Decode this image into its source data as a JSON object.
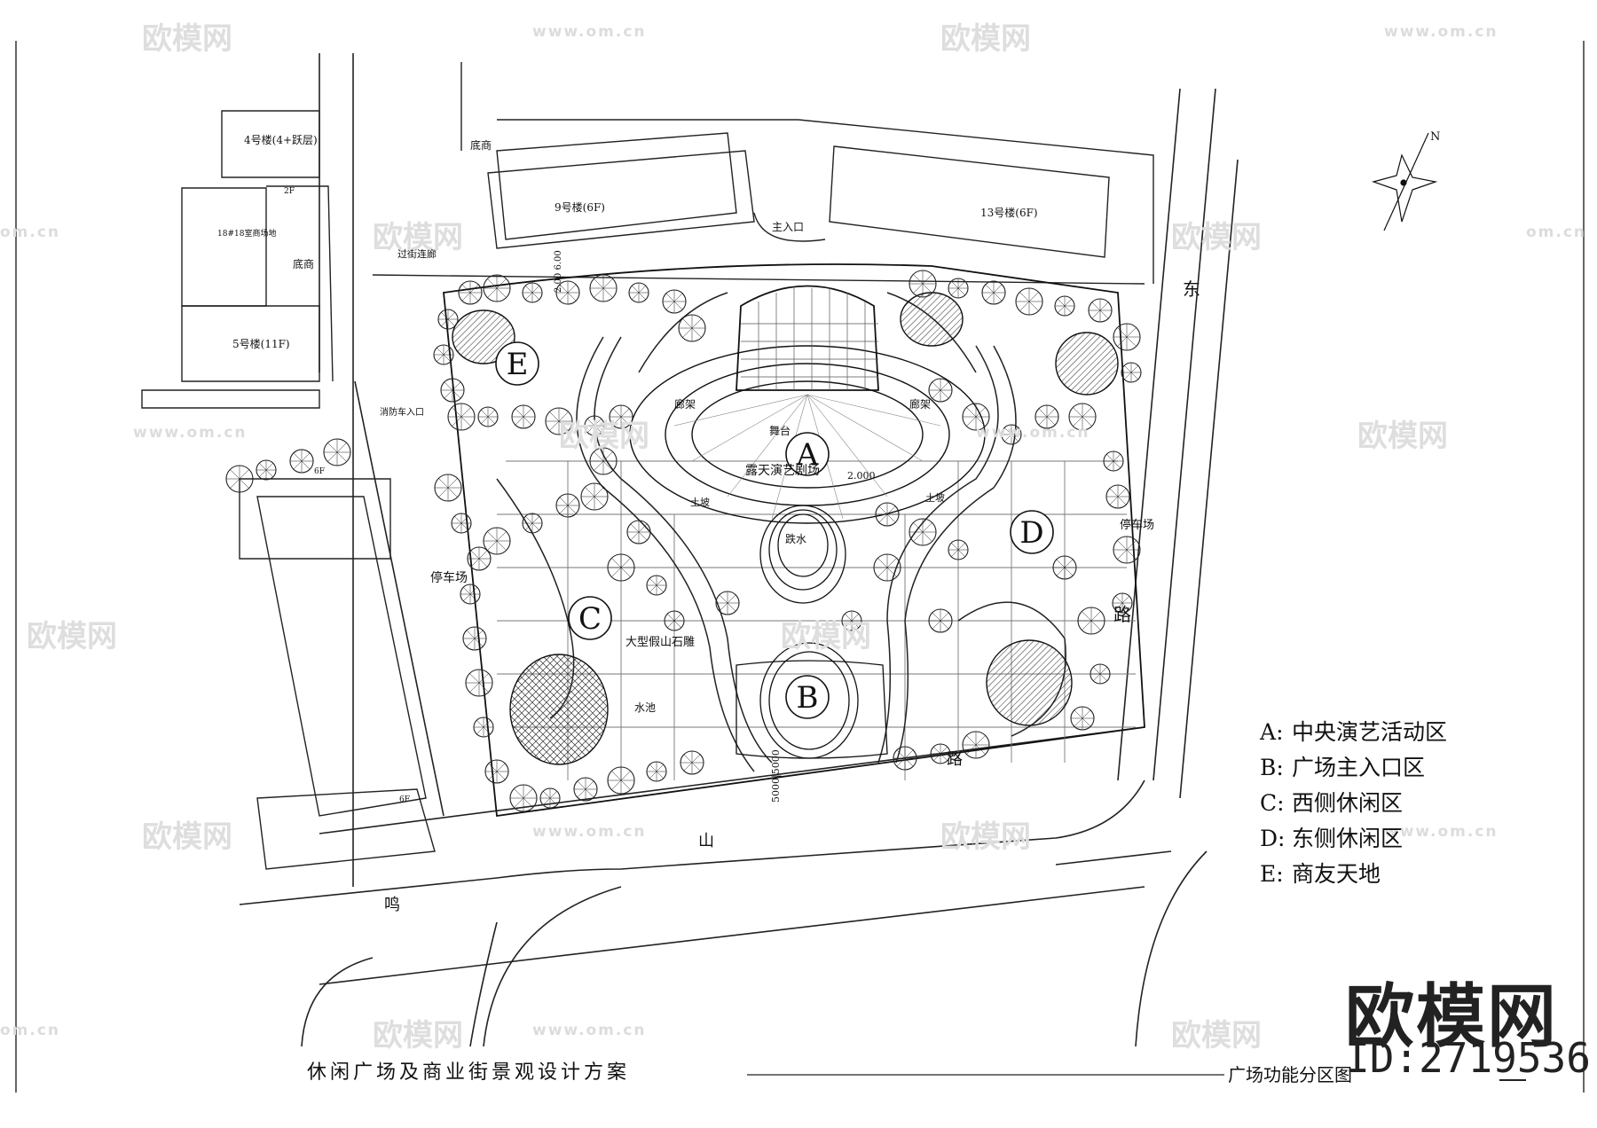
{
  "title": "休闲广场及商业街景观设计方案",
  "subtitle": "广场功能分区图",
  "brand": {
    "name": "欧模网",
    "id": "ID:2719536"
  },
  "watermark": {
    "logo_text": "欧模网",
    "url": "www.om.cn",
    "short": "om.cn"
  },
  "zones": [
    {
      "key": "A",
      "label": "中央演艺活动区"
    },
    {
      "key": "B",
      "label": "广场主入口区"
    },
    {
      "key": "C",
      "label": "西侧休闲区"
    },
    {
      "key": "D",
      "label": "东侧休闲区"
    },
    {
      "key": "E",
      "label": "商友天地"
    }
  ],
  "legend_sep": ":",
  "plan_labels": {
    "shop": "底商",
    "shop2": "底商",
    "bldg9": "9号楼(6F)",
    "bldg13": "13号楼(6F)",
    "bldg4": "4号楼(4+跃层)",
    "bldg5": "5号楼(11F)",
    "bldg18": "18#18室商场地",
    "floor2f": "2F",
    "floor6f_a": "6F",
    "floor6f_b": "6F",
    "main_entrance": "主入口",
    "corridor": "过街连廊",
    "fire_entrance": "消防车入口",
    "parking_w": "停车场",
    "parking_e": "停车场",
    "theatre": "露天演艺剧场",
    "stage": "舞台",
    "pergola_w": "廊架",
    "pergola_e": "廊架",
    "fountain": "跌水",
    "rockery": "大型假山石雕",
    "pond": "水池",
    "slope_w": "土坡",
    "slope_e": "土坡",
    "level": "2.000",
    "dim_top": "2.00  6.00",
    "dim_bottom": "5000|5000",
    "road_dong": "东",
    "road_lu1": "路",
    "road_lu2": "路",
    "road_shan": "山",
    "road_ming": "鸣",
    "north": "N"
  }
}
